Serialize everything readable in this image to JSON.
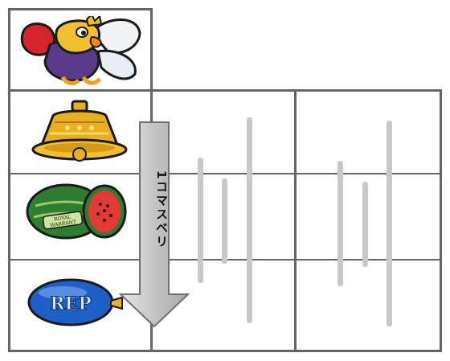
{
  "reel": {
    "symbols": [
      {
        "name": "character",
        "label": ""
      },
      {
        "name": "bell",
        "label": ""
      },
      {
        "name": "watermelon",
        "label": "ROYAL WARRANT"
      },
      {
        "name": "replay",
        "label": "REP"
      }
    ]
  },
  "slip_arrow": {
    "label": "1コマスベリ"
  },
  "colors": {
    "frame": "#666666",
    "slip_bars": "#c8c8c8",
    "arrow_fill": "#bfbfbf",
    "bell": "#e8b020",
    "watermelon_rind": "#2e7d32",
    "watermelon_flesh": "#e53935",
    "replay": "#1e5fc8"
  }
}
